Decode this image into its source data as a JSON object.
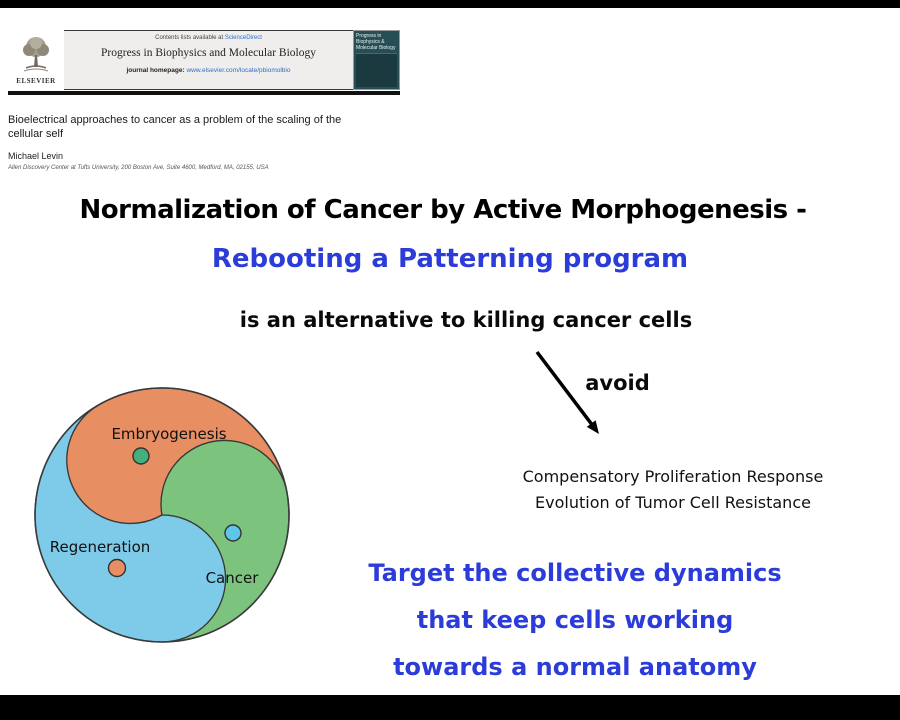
{
  "journal_header": {
    "publisher": "ELSEVIER",
    "contents_prefix": "Contents lists available at ",
    "contents_link": "ScienceDirect",
    "journal_title": "Progress in Biophysics and Molecular Biology",
    "homepage_prefix": "journal homepage: ",
    "homepage_link": "www.elsevier.com/locate/pbiomolbio",
    "cover_title": "Progress in Biophysics & Molecular Biology",
    "link_color": "#2e6fc4"
  },
  "paper": {
    "title": "Bioelectrical approaches to cancer as a problem of the scaling of the cellular self",
    "author": "Michael Levin",
    "affiliation": "Allen Discovery Center at Tufts University, 200 Boston Ave, Suite 4600, Medford, MA, 02155, USA"
  },
  "slide": {
    "accent_blue": "#2b3cd9",
    "heading_black": "Normalization of Cancer by Active Morphogenesis -",
    "heading_blue": "Rebooting a Patterning program",
    "subheading": "is an alternative to killing cancer cells",
    "avoid_label": "avoid",
    "consequence_line1": "Compensatory Proliferation Response",
    "consequence_line2": "Evolution of Tumor Cell Resistance",
    "target_line1": "Target the collective dynamics",
    "target_line2": "that keep cells working",
    "target_line3": "towards a normal anatomy"
  },
  "diagram": {
    "label_top": "Embryogenesis",
    "label_left": "Regeneration",
    "label_right": "Cancer",
    "color_top": "#e78f63",
    "color_left": "#7dcbe9",
    "color_right": "#7cc47e",
    "dot_in_top": "#45b07c",
    "dot_in_left": "#e78f63",
    "dot_in_right": "#5fc6ea",
    "outline_color": "#3a3a3a"
  }
}
